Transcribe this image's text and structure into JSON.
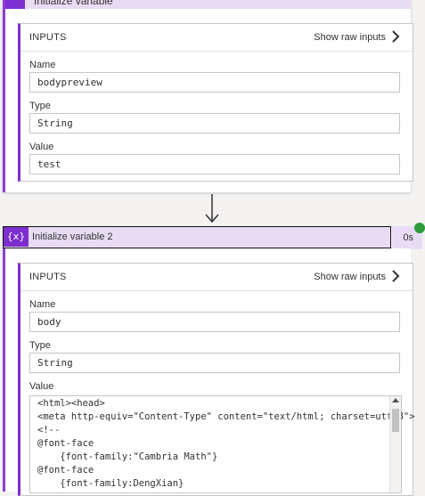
{
  "step1": {
    "title": "Initialize variable",
    "inputs_label": "INPUTS",
    "raw_link": "Show raw inputs",
    "fields": [
      {
        "label": "Name",
        "value": "bodypreview"
      },
      {
        "label": "Type",
        "value": "String"
      },
      {
        "label": "Value",
        "value": "test"
      }
    ]
  },
  "step2": {
    "icon_text": "{x}",
    "title": "Initialize variable 2",
    "duration": "0s",
    "inputs_label": "INPUTS",
    "raw_link": "Show raw inputs",
    "fields": [
      {
        "label": "Name",
        "value": "body"
      },
      {
        "label": "Type",
        "value": "String"
      },
      {
        "label": "Value"
      }
    ],
    "code_lines": [
      "<html><head>",
      "<meta http-equiv=\"Content-Type\" content=\"text/html; charset=utf-8\">",
      "<!--",
      "@font-face",
      "    {font-family:\"Cambria Math\"}",
      "@font-face",
      "    {font-family:DengXian}"
    ]
  },
  "colors": {
    "accent": "#7c2fce",
    "header_bg": "#e8dcf5",
    "success": "#2d9b3a"
  }
}
